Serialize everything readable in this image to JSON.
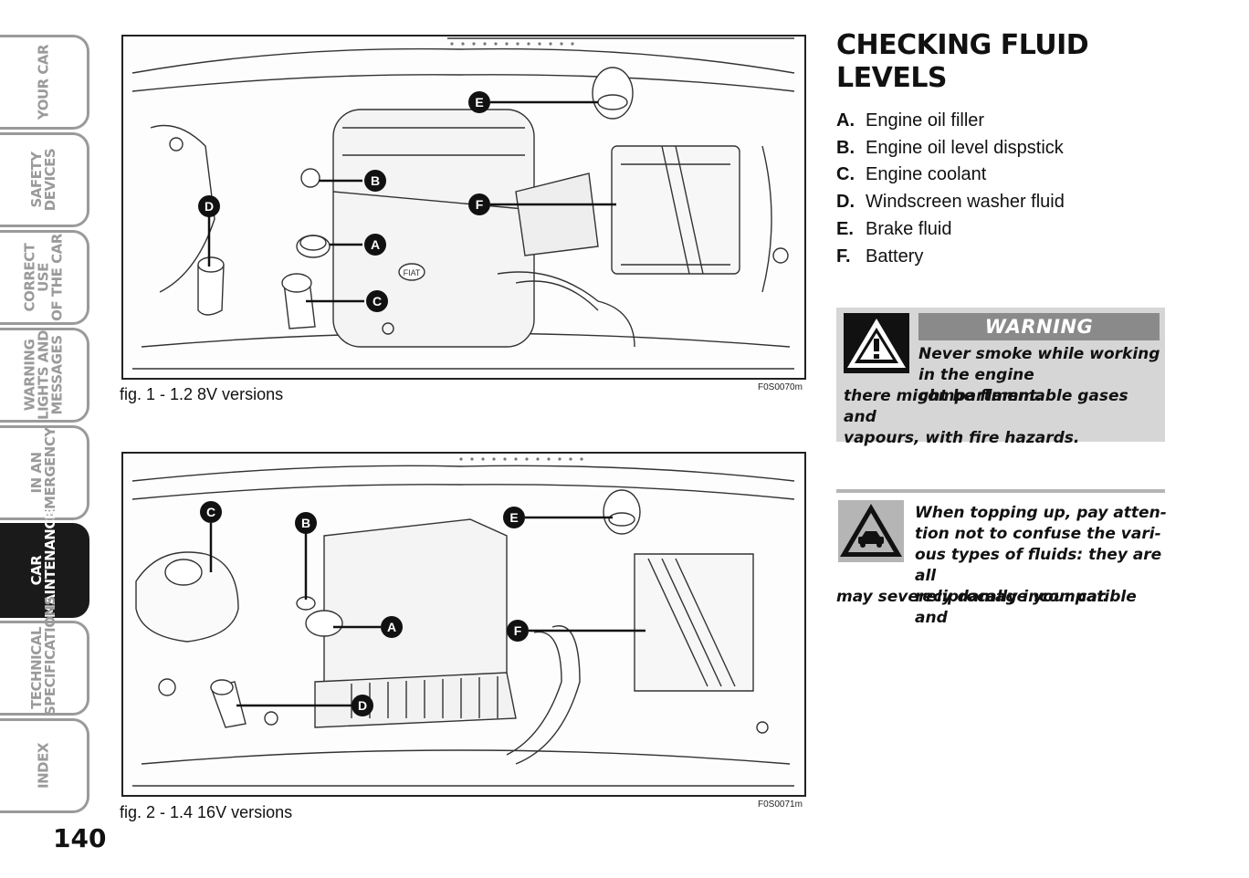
{
  "sidebar": {
    "tabs": [
      {
        "label": "YOUR CAR",
        "active": false
      },
      {
        "label": "SAFETY\nDEVICES",
        "active": false
      },
      {
        "label": "CORRECT USE\nOF THE CAR",
        "active": false
      },
      {
        "label": "WARNING\nLIGHTS AND\nMESSAGES",
        "active": false
      },
      {
        "label": "IN AN\nEMERGENCY",
        "active": false
      },
      {
        "label": "CAR\nMAINTENANCE",
        "active": true
      },
      {
        "label": "TECHNICAL\nSPECIFICATIONS",
        "active": false
      },
      {
        "label": "INDEX",
        "active": false
      }
    ]
  },
  "page_number": "140",
  "figures": [
    {
      "caption": "fig. 1 - 1.2 8V versions",
      "code": "F0S0070m",
      "markers": [
        "A",
        "B",
        "C",
        "D",
        "E",
        "F"
      ],
      "brand_badge": "FIAT"
    },
    {
      "caption": "fig. 2 - 1.4 16V versions",
      "code": "F0S0071m",
      "markers": [
        "A",
        "B",
        "C",
        "D",
        "E",
        "F"
      ]
    }
  ],
  "section": {
    "title": "CHECKING FLUID LEVELS",
    "legend": [
      {
        "key": "A.",
        "text": "Engine oil filler"
      },
      {
        "key": "B.",
        "text": "Engine oil level dispstick"
      },
      {
        "key": "C.",
        "text": "Engine coolant"
      },
      {
        "key": "D.",
        "text": "Windscreen washer fluid"
      },
      {
        "key": "E.",
        "text": "Brake fluid"
      },
      {
        "key": "F.",
        "text": "Battery"
      }
    ]
  },
  "warning": {
    "heading": "WARNING",
    "text_beside_icon": "Never smoke while working\nin the engine compartment.",
    "text_below": "there might be flammable gases and\nvapours, with fire hazards."
  },
  "note": {
    "text_beside_icon": "When topping up, pay atten-\ntion not to confuse the vari-\nous types of fluids: they are all\nreciprocally incompatible and",
    "text_below": "may severely damage your car."
  },
  "colors": {
    "tab_border": "#9a9a9a",
    "tab_active": "#1a1a1a",
    "warning_bg": "#d6d6d6",
    "warning_head": "#8a8a8a",
    "note_bg": "#b5b5b5"
  }
}
